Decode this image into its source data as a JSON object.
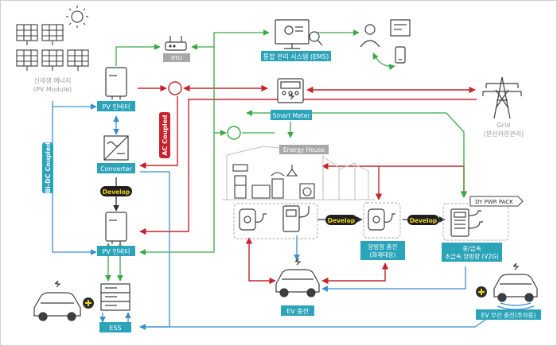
{
  "colors": {
    "teal": "#2ba3b8",
    "red": "#c8232c",
    "green": "#3aa845",
    "blue": "#3a8fcf",
    "gray_label": "#a8a8a8",
    "dark": "#2d2d2d",
    "develop_bg": "#1f1f1f",
    "develop_text": "#f3d21b"
  },
  "nodes": {
    "pv_module": {
      "line1": "신재생 에너지",
      "line2": "(PV Module)"
    },
    "rtu": "RTU",
    "ems": "통합 관리 시스템 (EMS)",
    "pv_inverter_top": "PV 인버터",
    "pv_inverter_bottom": "PV 인버터",
    "converter": "Converter",
    "smart_meter": "Smart Meter",
    "energy_house": "Energy House",
    "grid": {
      "line1": "Grid",
      "line2": "(분산자원관리)"
    },
    "ac_coupled": "AC Coupled",
    "bi_dc_coupled": "Bi-DC Coupled",
    "develop": [
      "Develop",
      "Develop",
      "Develop"
    ],
    "dy_pwr_pack": "DY PWR PACK",
    "bidir_charge": {
      "line1": "양방향 충전",
      "line2": "(화재대응)"
    },
    "v2g": {
      "line1": "중/급속",
      "line2": "초급속 양방향 (V2G)"
    },
    "ev_charge": "EV 충전",
    "ev_wireless": "EV 무선 충전(주차중)",
    "ess": "ESS"
  }
}
